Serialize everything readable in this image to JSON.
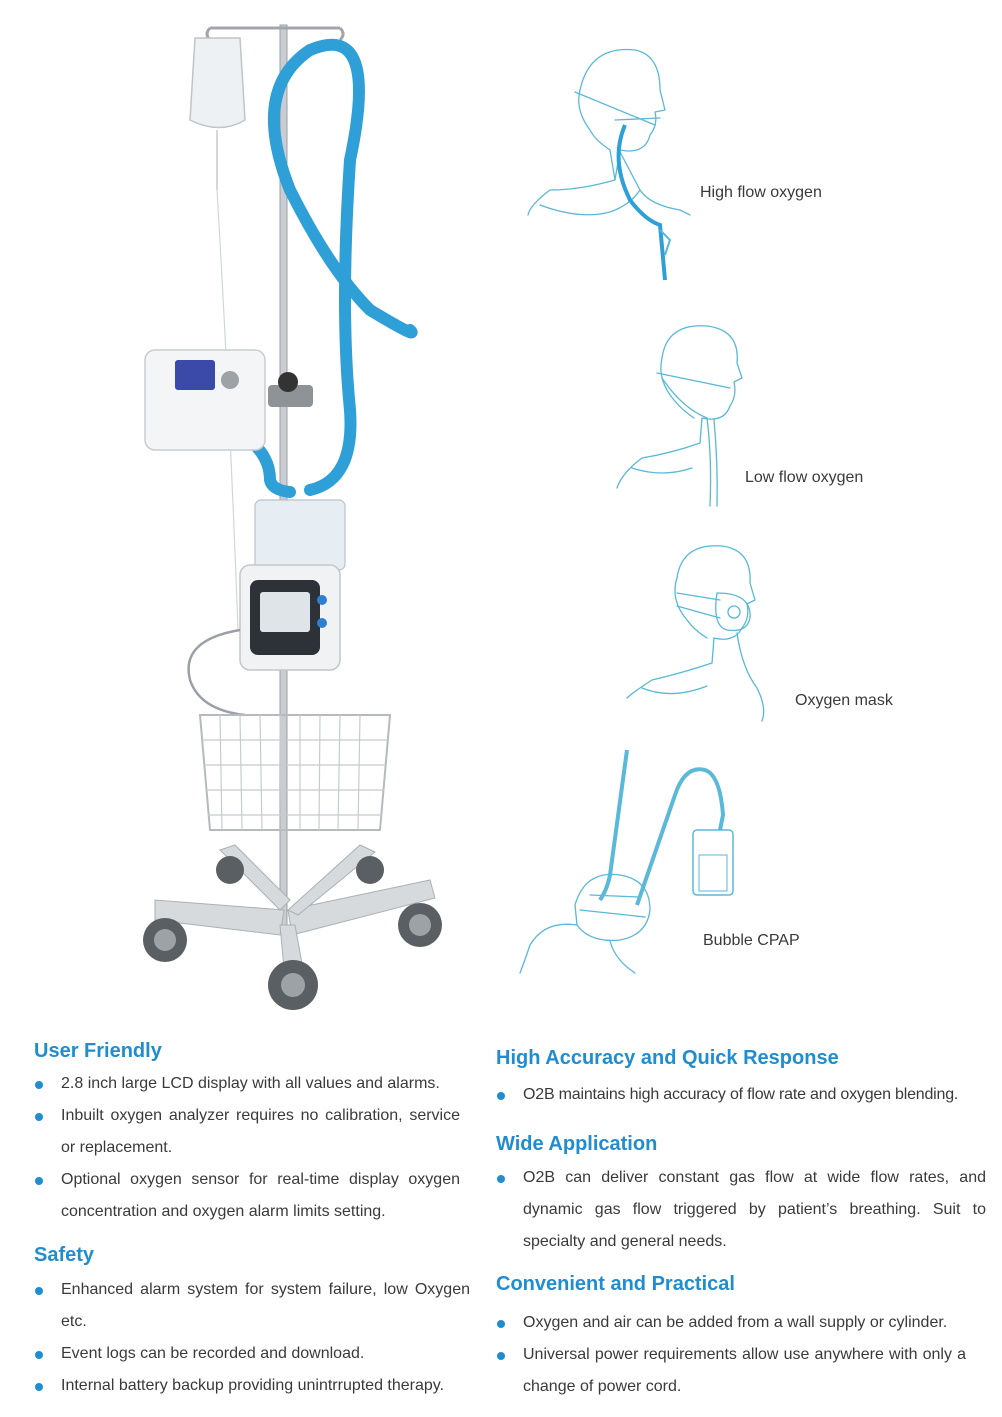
{
  "diagrams": [
    {
      "label": "High flow oxygen"
    },
    {
      "label": "Low flow oxygen"
    },
    {
      "label": "Oxygen mask"
    },
    {
      "label": "Bubble CPAP"
    }
  ],
  "features": {
    "user_friendly": {
      "title": "User Friendly",
      "items": [
        "2.8 inch large LCD display with all values and alarms.",
        "Inbuilt oxygen analyzer requires no calibration, service or replacement.",
        "Optional oxygen sensor for real-time display oxygen concentration and oxygen alarm limits setting."
      ]
    },
    "safety": {
      "title": "Safety",
      "items": [
        "Enhanced alarm system for system failure, low Oxygen etc.",
        "Event logs can be recorded and download.",
        "Internal battery backup providing unintrrupted therapy."
      ]
    },
    "high_accuracy": {
      "title": "High Accuracy and Quick Response",
      "items": [
        "O2B maintains high accuracy of flow rate and oxygen blending."
      ]
    },
    "wide_application": {
      "title": "Wide Application",
      "items": [
        "O2B can deliver constant gas flow at wide flow rates, and dynamic gas flow triggered by patient’s breathing. Suit to specialty and general needs."
      ]
    },
    "convenient": {
      "title": "Convenient and Practical",
      "items": [
        "Oxygen and air can be added from a wall supply or cylinder.",
        "Universal power requirements allow use anywhere with only a change of power cord."
      ]
    }
  },
  "colors": {
    "accent": "#1f8dcf",
    "line_art": "#5ab8d8",
    "tube": "#2f9fd8",
    "text": "#3a3a3a"
  }
}
